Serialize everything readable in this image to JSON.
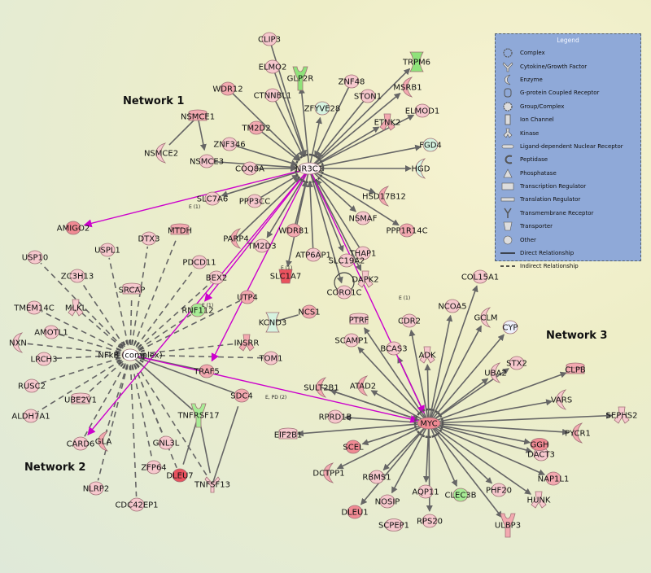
{
  "network_labels": [
    {
      "key": "n1",
      "text": "Network 1"
    },
    {
      "key": "n2",
      "text": "Network 2"
    },
    {
      "key": "n3",
      "text": "Network 3"
    }
  ],
  "hubs": [
    "NR3C1",
    "NFkB (complex)",
    "MYC"
  ],
  "nodes": [
    {
      "id": "CLIP3",
      "shape": "circle",
      "color": "#f6c8cd"
    },
    {
      "id": "ELMO2",
      "shape": "circle",
      "color": "#f6c8cd"
    },
    {
      "id": "GLP2R",
      "shape": "receptor",
      "color": "#8fe27a"
    },
    {
      "id": "TRPM6",
      "shape": "channel",
      "color": "#8fe27a"
    },
    {
      "id": "WDR12",
      "shape": "circle",
      "color": "#f3a9b0"
    },
    {
      "id": "CTNNBL1",
      "shape": "circle",
      "color": "#f6c8cd"
    },
    {
      "id": "ZNF48",
      "shape": "circle",
      "color": "#f6c8cd"
    },
    {
      "id": "MSRB1",
      "shape": "enzyme",
      "color": "#f3a9b0"
    },
    {
      "id": "ZFYVE28",
      "shape": "circle",
      "color": "#d6f3e0"
    },
    {
      "id": "STON1",
      "shape": "circle",
      "color": "#f6c8cd"
    },
    {
      "id": "NSMCE1",
      "shape": "regulator",
      "color": "#f3a9b0"
    },
    {
      "id": "ETNK2",
      "shape": "kinase",
      "color": "#f3a9b0"
    },
    {
      "id": "ELMOD1",
      "shape": "circle",
      "color": "#f6c8cd"
    },
    {
      "id": "TM2D2",
      "shape": "circle",
      "color": "#f3a9b0"
    },
    {
      "id": "ZNF346",
      "shape": "circle",
      "color": "#f6c8cd"
    },
    {
      "id": "FGD4",
      "shape": "circle",
      "color": "#d6f3e0"
    },
    {
      "id": "NSMCE2",
      "shape": "enzyme",
      "color": "#f6c8cd"
    },
    {
      "id": "NSMCE3",
      "shape": "circle",
      "color": "#f6c8cd"
    },
    {
      "id": "COQ8A",
      "shape": "circle",
      "color": "#f6c8cd"
    },
    {
      "id": "HGD",
      "shape": "enzyme",
      "color": "#d6f3e0"
    },
    {
      "id": "HSD17B12",
      "shape": "enzyme",
      "color": "#f3a9b0"
    },
    {
      "id": "SLC7A6",
      "shape": "circle",
      "color": "#f6c8cd"
    },
    {
      "id": "PPP3CC",
      "shape": "circle",
      "color": "#f6c8cd"
    },
    {
      "id": "NSMAF",
      "shape": "circle",
      "color": "#f6c8cd"
    },
    {
      "id": "PPP1R14C",
      "shape": "circle",
      "color": "#f3a9b0"
    },
    {
      "id": "AMIGO2",
      "shape": "circle",
      "color": "#f08a93"
    },
    {
      "id": "MTDH",
      "shape": "regulator",
      "color": "#f3a9b0"
    },
    {
      "id": "PARP4",
      "shape": "enzyme",
      "color": "#f3a9b0"
    },
    {
      "id": "WDR81",
      "shape": "circle",
      "color": "#f3a9b0"
    },
    {
      "id": "TM2D3",
      "shape": "circle",
      "color": "#f6c8cd"
    },
    {
      "id": "ATP6AP1",
      "shape": "circle",
      "color": "#f6c8cd"
    },
    {
      "id": "THAP1",
      "shape": "circle",
      "color": "#f6c8cd"
    },
    {
      "id": "SLC19A2",
      "shape": "circle",
      "color": "#f6c8cd"
    },
    {
      "id": "USP10",
      "shape": "circle",
      "color": "#f6c8cd"
    },
    {
      "id": "USPL1",
      "shape": "circle",
      "color": "#f6c8cd"
    },
    {
      "id": "DTX3",
      "shape": "circle",
      "color": "#f6c8cd"
    },
    {
      "id": "PDCD11",
      "shape": "circle",
      "color": "#f6c8cd"
    },
    {
      "id": "SLC1A7",
      "shape": "transporter",
      "color": "#e9525e"
    },
    {
      "id": "DAPK2",
      "shape": "kinase",
      "color": "#f6c8cd"
    },
    {
      "id": "ZC3H13",
      "shape": "circle",
      "color": "#f6c8cd"
    },
    {
      "id": "SRCAP",
      "shape": "regulator",
      "color": "#f6c8cd"
    },
    {
      "id": "BEX2",
      "shape": "circle",
      "color": "#f6c8cd"
    },
    {
      "id": "CORO1C",
      "shape": "circle",
      "color": "#f6c8cd"
    },
    {
      "id": "COL15A1",
      "shape": "circle",
      "color": "#f6c8cd"
    },
    {
      "id": "TMEM14C",
      "shape": "circle",
      "color": "#f6c8cd"
    },
    {
      "id": "MLKL",
      "shape": "kinase",
      "color": "#f6c8cd"
    },
    {
      "id": "UTP4",
      "shape": "circle",
      "color": "#f3a9b0"
    },
    {
      "id": "RNF112",
      "shape": "circle",
      "color": "#a7ec95"
    },
    {
      "id": "NCOA5",
      "shape": "circle",
      "color": "#f6c8cd"
    },
    {
      "id": "AMOTL1",
      "shape": "circle",
      "color": "#f6c8cd"
    },
    {
      "id": "KCND3",
      "shape": "channel",
      "color": "#d6f3e0"
    },
    {
      "id": "NCS1",
      "shape": "circle",
      "color": "#f3a9b0"
    },
    {
      "id": "PTRF",
      "shape": "regulator",
      "color": "#f6c8cd"
    },
    {
      "id": "CDR2",
      "shape": "circle",
      "color": "#f6c8cd"
    },
    {
      "id": "GCLM",
      "shape": "enzyme",
      "color": "#f6c8cd"
    },
    {
      "id": "CYP",
      "shape": "circle",
      "color": "#eef0fb"
    },
    {
      "id": "NXN",
      "shape": "enzyme",
      "color": "#f6c8cd"
    },
    {
      "id": "LRCH3",
      "shape": "circle",
      "color": "#f6c8cd"
    },
    {
      "id": "INSRR",
      "shape": "kinase",
      "color": "#f3a9b0"
    },
    {
      "id": "SCAMP1",
      "shape": "circle",
      "color": "#f6c8cd"
    },
    {
      "id": "BCAS3",
      "shape": "circle",
      "color": "#f6c8cd"
    },
    {
      "id": "ADK",
      "shape": "kinase",
      "color": "#f6c8cd"
    },
    {
      "id": "TOM1",
      "shape": "circle",
      "color": "#f6c8cd"
    },
    {
      "id": "STX2",
      "shape": "circle",
      "color": "#f6c8cd"
    },
    {
      "id": "TRAF5",
      "shape": "circle",
      "color": "#f3a9b0"
    },
    {
      "id": "RUSC2",
      "shape": "circle",
      "color": "#f6c8cd"
    },
    {
      "id": "SULT2B1",
      "shape": "enzyme",
      "color": "#f3a9b0"
    },
    {
      "id": "ATAD2",
      "shape": "enzyme",
      "color": "#f3a9b0"
    },
    {
      "id": "UBA2",
      "shape": "enzyme",
      "color": "#f6c8cd"
    },
    {
      "id": "CLPB",
      "shape": "regulator",
      "color": "#f3a9b0"
    },
    {
      "id": "UBE2V1",
      "shape": "regulator",
      "color": "#f6c8cd"
    },
    {
      "id": "ALDH7A1",
      "shape": "circle",
      "color": "#f6c8cd"
    },
    {
      "id": "TNFRSF17",
      "shape": "receptor",
      "color": "#a7ec95"
    },
    {
      "id": "SDC4",
      "shape": "circle",
      "color": "#f3a9b0"
    },
    {
      "id": "VARS",
      "shape": "enzyme",
      "color": "#f6c8cd"
    },
    {
      "id": "RPRD1B",
      "shape": "circle",
      "color": "#f6c8cd"
    },
    {
      "id": "SEPHS2",
      "shape": "kinase",
      "color": "#f6c8cd"
    },
    {
      "id": "CARD6",
      "shape": "circle",
      "color": "#f6c8cd"
    },
    {
      "id": "GLA",
      "shape": "enzyme",
      "color": "#f3a9b0"
    },
    {
      "id": "GNL3L",
      "shape": "circle",
      "color": "#f6c8cd"
    },
    {
      "id": "ZFP64",
      "shape": "circle",
      "color": "#f6c8cd"
    },
    {
      "id": "EIF2B1",
      "shape": "regulator",
      "color": "#f6c8cd"
    },
    {
      "id": "PYCR1",
      "shape": "enzyme",
      "color": "#f3a9b0"
    },
    {
      "id": "DACT3",
      "shape": "circle",
      "color": "#f6c8cd"
    },
    {
      "id": "SCEL",
      "shape": "circle",
      "color": "#f08a93"
    },
    {
      "id": "GGH",
      "shape": "peptidase",
      "color": "#f08a93"
    },
    {
      "id": "NLRP2",
      "shape": "circle",
      "color": "#f6c8cd"
    },
    {
      "id": "DLEU7",
      "shape": "circle",
      "color": "#e9525e"
    },
    {
      "id": "TNFSF13",
      "shape": "cytokine",
      "color": "#f6c8cd"
    },
    {
      "id": "DCTPP1",
      "shape": "enzyme",
      "color": "#f3a9b0"
    },
    {
      "id": "RBMS1",
      "shape": "circle",
      "color": "#f6c8cd"
    },
    {
      "id": "CDC42EP1",
      "shape": "circle",
      "color": "#f6c8cd"
    },
    {
      "id": "AQP11",
      "shape": "circle",
      "color": "#f6c8cd"
    },
    {
      "id": "PHF20",
      "shape": "circle",
      "color": "#f6c8cd"
    },
    {
      "id": "NAP1L1",
      "shape": "circle",
      "color": "#f3a9b0"
    },
    {
      "id": "HUNK",
      "shape": "kinase",
      "color": "#f6c8cd"
    },
    {
      "id": "CLEC3B",
      "shape": "circle",
      "color": "#a7ec95"
    },
    {
      "id": "NOSIP",
      "shape": "circle",
      "color": "#f6c8cd"
    },
    {
      "id": "DLEU1",
      "shape": "circle",
      "color": "#f08a93"
    },
    {
      "id": "RPS20",
      "shape": "circle",
      "color": "#f6c8cd"
    },
    {
      "id": "ULBP3",
      "shape": "receptor",
      "color": "#f3a9b0"
    },
    {
      "id": "SCPEP1",
      "shape": "peptidase",
      "color": "#f6c8cd"
    }
  ],
  "edge_labels": [
    "E (1)",
    "E (1)",
    "E (1)",
    "E (1)",
    "E, PD (2)"
  ],
  "legend": {
    "title": "Legend",
    "items": [
      {
        "icon": "complex",
        "label": "Complex"
      },
      {
        "icon": "cytokine",
        "label": "Cytokine/Growth Factor"
      },
      {
        "icon": "enzyme",
        "label": "Enzyme"
      },
      {
        "icon": "gpcr",
        "label": "G-protein Coupled Receptor"
      },
      {
        "icon": "group",
        "label": "Group/Complex"
      },
      {
        "icon": "ion-channel",
        "label": "Ion Channel"
      },
      {
        "icon": "kinase",
        "label": "Kinase"
      },
      {
        "icon": "ligand-receptor",
        "label": "Ligand-dependent Nuclear Receptor"
      },
      {
        "icon": "peptidase",
        "label": "Peptidase"
      },
      {
        "icon": "phosphatase",
        "label": "Phosphatase"
      },
      {
        "icon": "transcription-regulator",
        "label": "Transcription Regulator"
      },
      {
        "icon": "translation-regulator",
        "label": "Translation Regulator"
      },
      {
        "icon": "transmembrane-receptor",
        "label": "Transmembrane Receptor"
      },
      {
        "icon": "transporter",
        "label": "Transporter"
      },
      {
        "icon": "other",
        "label": "Other"
      },
      {
        "icon": "direct-line",
        "label": "Direct Relationship"
      },
      {
        "icon": "indirect-line",
        "label": "Indirect Relationship"
      }
    ]
  },
  "colors": {
    "edge": "#666666",
    "cross_edge": "#cc00cc",
    "hub_fill": "#f6c8cd",
    "myc_fill": "#f08a93",
    "legend_bg": "#8fa9d8"
  }
}
